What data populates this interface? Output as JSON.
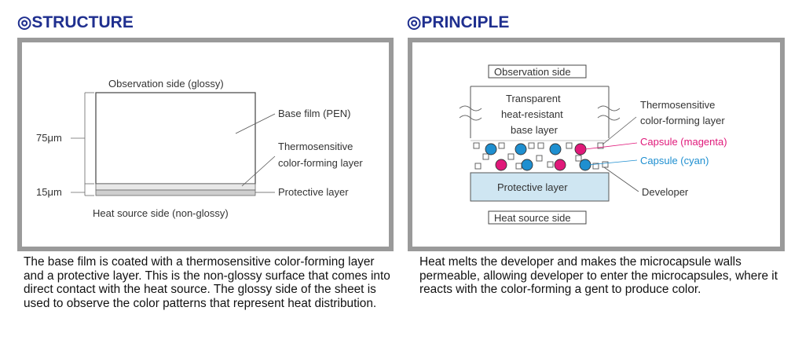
{
  "structure": {
    "heading": "◎STRUCTURE",
    "labels": {
      "observation": "Observation side (glossy)",
      "base_film": "Base film (PEN)",
      "thermo_line1": "Thermosensitive",
      "thermo_line2": "color-forming layer",
      "protective": "Protective layer",
      "heat_source": "Heat source side (non-glossy)",
      "dim_75": "75μm",
      "dim_15": "15μm"
    },
    "description": "The base film is coated with a thermosensitive color-forming layer and a protective layer. This is the non-glossy surface that comes into direct contact with the heat source. The glossy side of the sheet is used to observe the color patterns that represent heat distribution."
  },
  "principle": {
    "heading": "◎PRINCIPLE",
    "labels": {
      "observation": "Observation side",
      "transparent_line1": "Transparent",
      "transparent_line2": "heat-resistant",
      "transparent_line3": "base layer",
      "thermo_line1": "Thermosensitive",
      "thermo_line2": "color-forming layer",
      "capsule_magenta": "Capsule (magenta)",
      "capsule_cyan": "Capsule (cyan)",
      "protective": "Protective layer",
      "developer": "Developer",
      "heat_source": "Heat source side"
    },
    "description": "Heat melts the developer and makes the microcapsule walls permeable, allowing developer to enter the microcapsules, where it reacts with the color-forming a gent to produce color."
  },
  "colors": {
    "heading": "#1f2f8f",
    "magenta": "#e0197a",
    "cyan": "#1e8fd0",
    "protective_fill": "#cfe6f2",
    "panel_border": "#9a9a9a"
  }
}
